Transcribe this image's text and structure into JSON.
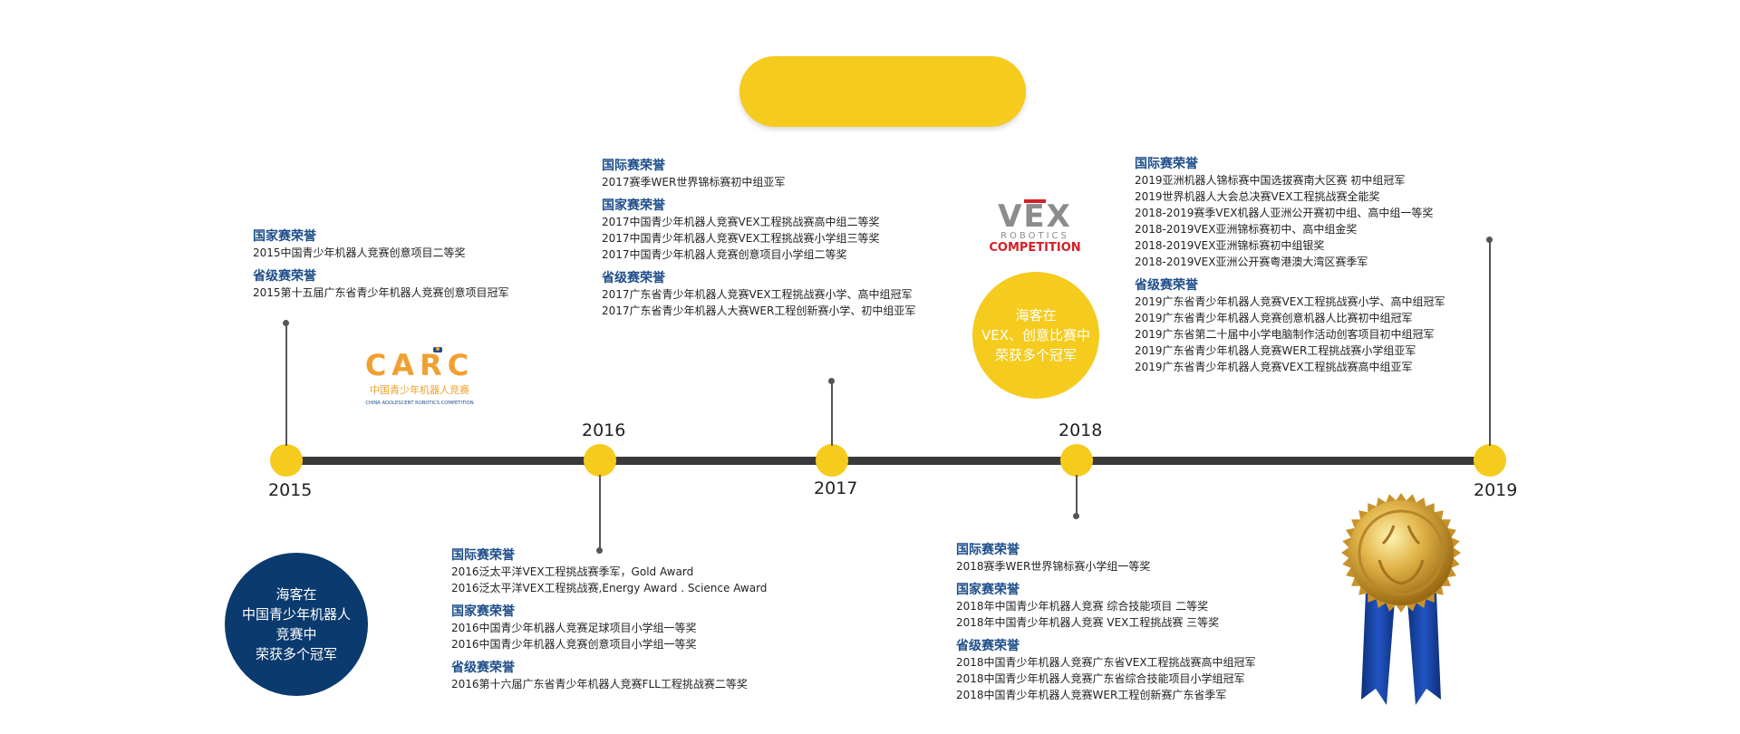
{
  "years": [
    "2015",
    "2016",
    "2017",
    "2018",
    "2019"
  ],
  "circles": {
    "navy": [
      "海客在",
      "中国青少年机器人",
      "竞赛中",
      "荣获多个冠军"
    ],
    "yellow": [
      "海客在",
      "VEX、创意比赛中",
      "荣获多个冠军"
    ]
  },
  "logos": {
    "carc_name": "CARC",
    "carc_cn": "中国青少年机器人竞赛",
    "carc_en": "CHINA ADOLESCENT ROBOTICS COMPETITION",
    "vex_name": "VEX",
    "vex_sub": "ROBOTICS",
    "vex_comp": "COMPETITION"
  },
  "colors": {
    "accent": "#f5cb1e",
    "navy": "#0b3a6e",
    "heading": "#1e4e8a",
    "axis": "#3a3a3c",
    "vex_red": "#d32027"
  },
  "blocks": {
    "y2015": [
      {
        "heading": "国家赛荣誉",
        "lines": [
          "2015中国青少年机器人竞赛创意项目二等奖"
        ]
      },
      {
        "heading": "省级赛荣誉",
        "lines": [
          "2015第十五届广东省青少年机器人竞赛创意项目冠军"
        ]
      }
    ],
    "y2016": [
      {
        "heading": "国际赛荣誉",
        "lines": [
          "2016泛太平洋VEX工程挑战赛季军，Gold Award",
          "2016泛太平洋VEX工程挑战赛,Energy Award . Science Award"
        ]
      },
      {
        "heading": "国家赛荣誉",
        "lines": [
          "2016中国青少年机器人竞赛足球项目小学组一等奖",
          "2016中国青少年机器人竞赛创意项目小学组一等奖"
        ]
      },
      {
        "heading": "省级赛荣誉",
        "lines": [
          "2016第十六届广东省青少年机器人竞赛FLL工程挑战赛二等奖"
        ]
      }
    ],
    "y2017": [
      {
        "heading": "国际赛荣誉",
        "lines": [
          "2017赛季WER世界锦标赛初中组亚军"
        ]
      },
      {
        "heading": "国家赛荣誉",
        "lines": [
          "2017中国青少年机器人竞赛VEX工程挑战赛高中组二等奖",
          "2017中国青少年机器人竞赛VEX工程挑战赛小学组三等奖",
          "2017中国青少年机器人竞赛创意项目小学组二等奖"
        ]
      },
      {
        "heading": "省级赛荣誉",
        "lines": [
          "2017广东省青少年机器人竞赛VEX工程挑战赛小学、高中组冠军",
          "2017广东省青少年机器人大赛WER工程创新赛小学、初中组亚军"
        ]
      }
    ],
    "y2018": [
      {
        "heading": "国际赛荣誉",
        "lines": [
          "2018赛季WER世界锦标赛小学组一等奖"
        ]
      },
      {
        "heading": "国家赛荣誉",
        "lines": [
          "2018年中国青少年机器人竞赛  综合技能项目  二等奖",
          "2018年中国青少年机器人竞赛 VEX工程挑战赛 三等奖"
        ]
      },
      {
        "heading": "省级赛荣誉",
        "lines": [
          "2018中国青少年机器人竞赛广东省VEX工程挑战赛高中组冠军",
          "2018中国青少年机器人竞赛广东省综合技能项目小学组冠军",
          "2018中国青少年机器人竞赛WER工程创新赛广东省季军"
        ]
      }
    ],
    "y2019": [
      {
        "heading": "国际赛荣誉",
        "lines": [
          "2019亚洲机器人锦标赛中国选拔赛南大区赛 初中组冠军",
          "2019世界机器人大会总决赛VEX工程挑战赛全能奖",
          "2018-2019赛季VEX机器人亚洲公开赛初中组、高中组一等奖",
          "2018-2019VEX亚洲锦标赛初中、高中组金奖",
          "2018-2019VEX亚洲锦标赛初中组银奖",
          "2018-2019VEX亚洲公开赛粤港澳大湾区赛季军"
        ]
      },
      {
        "heading": "省级赛荣誉",
        "lines": [
          "2019广东省青少年机器人竞赛VEX工程挑战赛小学、高中组冠军",
          "2019广东省青少年机器人竞赛创意机器人比赛初中组冠军",
          "2019广东省第二十届中小学电脑制作活动创客项目初中组冠军",
          "2019广东省青少年机器人竞赛WER工程挑战赛小学组亚军",
          "2019广东省青少年机器人竞赛VEX工程挑战赛高中组亚军"
        ]
      }
    ]
  }
}
